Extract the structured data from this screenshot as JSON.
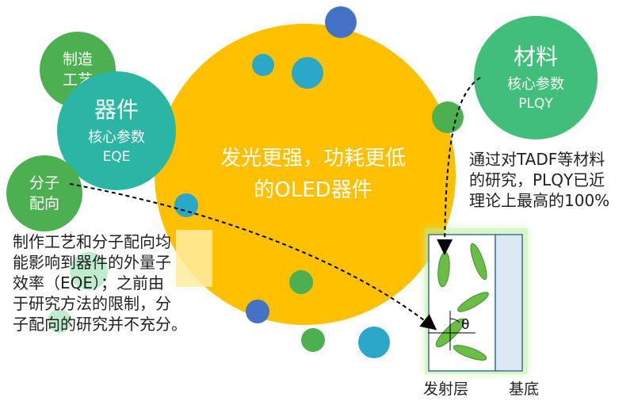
{
  "main_circle": {
    "text": "发光更强，功耗更低的OLED器件",
    "color": "#FFC000"
  },
  "process_circle": {
    "text": "制造工艺",
    "color": "#4CAF50"
  },
  "device_circle": {
    "title": "器件",
    "subtitle": "核心参数",
    "metric": "EQE",
    "color": "#2BB5A4"
  },
  "orientation_circle": {
    "text": "分子配向",
    "color": "#4CAF50"
  },
  "material_circle": {
    "title": "材料",
    "subtitle": "核心参数",
    "metric": "PLQY",
    "color": "#41BF7A"
  },
  "left_paragraph": {
    "lines": [
      "制作工艺和分子配向均",
      "能影响到器件的外量子",
      "效率（EQE）；之前由",
      "于研究方法的限制，分",
      "子配向的研究并不充分。"
    ]
  },
  "right_paragraph": {
    "lines": [
      "通过对TADF等材料",
      "的研究，PLQY已近",
      "理论上最高的100%"
    ]
  },
  "layer_labels": {
    "emission": "发射层",
    "substrate": "基底",
    "angle": "θ"
  },
  "colors": {
    "accent_blue": "#4472C4",
    "accent_teal": "#2BA8C8",
    "accent_green": "#4CAF50",
    "substrate": "#DCE9F5",
    "substrate_border": "#41719C",
    "molecule": "#6BBE45"
  }
}
